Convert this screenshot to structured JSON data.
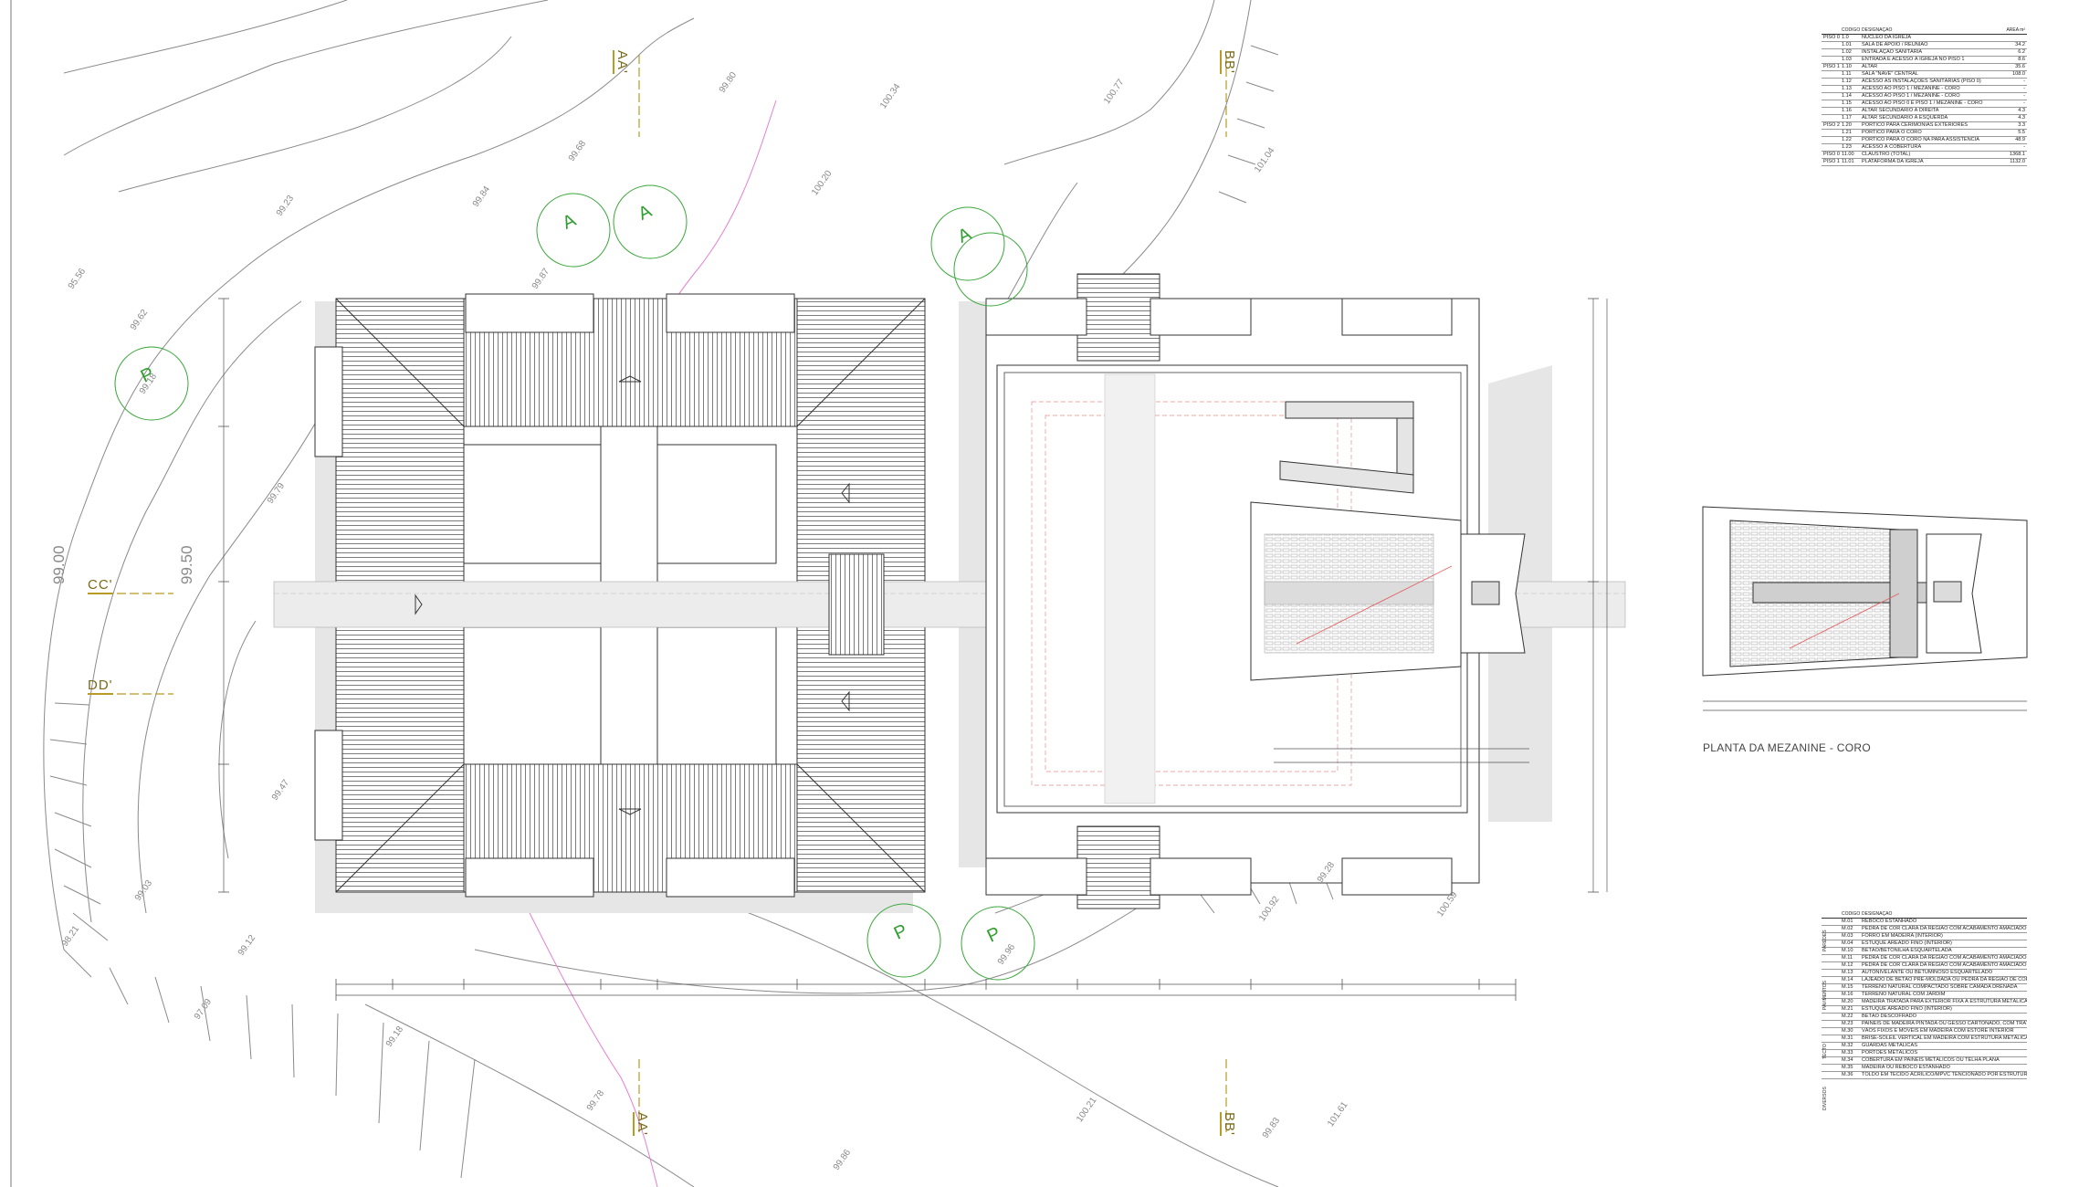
{
  "sections": [
    {
      "id": "aa-top",
      "label": "AA'"
    },
    {
      "id": "bb-top",
      "label": "BB'"
    },
    {
      "id": "cc",
      "label": "CC'"
    },
    {
      "id": "dd",
      "label": "DD'"
    },
    {
      "id": "aa-bottom",
      "label": "AA'"
    },
    {
      "id": "bb-bottom",
      "label": "BB'"
    }
  ],
  "contours": [
    "99.00",
    "99.50"
  ],
  "spot_levels": [
    "95.56",
    "99.62",
    "99.23",
    "99.84",
    "99.68",
    "99.80",
    "100.34",
    "100.77",
    "100.20",
    "99.87",
    "101.04",
    "99.79",
    "99.47",
    "99.03",
    "99.12",
    "97.09",
    "99.18",
    "99.78",
    "100.21",
    "99.86",
    "99.83",
    "100.92",
    "99.28",
    "98.21",
    "99.18",
    "101.61",
    "100.59",
    "99.96"
  ],
  "trees": [
    {
      "id": "t1",
      "letter": "P"
    },
    {
      "id": "t2",
      "letter": "A"
    },
    {
      "id": "t3",
      "letter": "A"
    },
    {
      "id": "t4",
      "letter": "A"
    },
    {
      "id": "t5",
      "letter": "P"
    },
    {
      "id": "t6",
      "letter": "P"
    }
  ],
  "mezzanine_title": "PLANTA DA MEZANINE - CORO",
  "areas_table": {
    "header": {
      "code": "CÓDIGO",
      "desc": "DESIGNAÇÃO",
      "area": "ÁREA m²"
    },
    "rows": [
      {
        "g": "PISO 0",
        "c": "1.0",
        "d": "NÚCLEO DA IGREJA",
        "a": ""
      },
      {
        "g": "",
        "c": "1.01",
        "d": "SALA DE APOIO / REUNIÃO",
        "a": "34.2"
      },
      {
        "g": "",
        "c": "1.02",
        "d": "INSTALAÇÃO SANITÁRIA",
        "a": "6.2"
      },
      {
        "g": "",
        "c": "1.03",
        "d": "ENTRADA E ACESSO À IGREJA NO PISO 1",
        "a": "8.6"
      },
      {
        "g": "PISO 1",
        "c": "1.10",
        "d": "ALTAR",
        "a": "35.6"
      },
      {
        "g": "",
        "c": "1.11",
        "d": "SALA \"NAVE\" CENTRAL",
        "a": "108.0"
      },
      {
        "g": "",
        "c": "1.12",
        "d": "ACESSO ÀS INSTALAÇÕES SANITÁRIAS (PISO 0)",
        "a": "-"
      },
      {
        "g": "",
        "c": "1.13",
        "d": "ACESSO AO PISO 1 / MEZANINE - CORO",
        "a": "-"
      },
      {
        "g": "",
        "c": "1.14",
        "d": "ACESSO AO PISO 1 / MEZANINE - CORO",
        "a": "-"
      },
      {
        "g": "",
        "c": "1.15",
        "d": "ACESSO AO PISO 0 E PISO 1 / MEZANINE - CORO",
        "a": "-"
      },
      {
        "g": "",
        "c": "1.16",
        "d": "ALTAR SECUNDÁRIO À DIREITA",
        "a": "4.3"
      },
      {
        "g": "",
        "c": "1.17",
        "d": "ALTAR SECUNDÁRIO À ESQUERDA",
        "a": "4.3"
      },
      {
        "g": "PISO 2",
        "c": "1.20",
        "d": "PÓRTICO PARA CERIMÓNIAS EXTERIORES",
        "a": "3.3"
      },
      {
        "g": "",
        "c": "1.21",
        "d": "PÓRTICO PARA O CORO",
        "a": "5.5"
      },
      {
        "g": "",
        "c": "1.22",
        "d": "PÓRTICO PARA O CORO NA PARA ASSISTÊNCIA",
        "a": "48.9"
      },
      {
        "g": "",
        "c": "1.23",
        "d": "ACESSO À COBERTURA",
        "a": "-"
      },
      {
        "g": "PISO 0",
        "c": "11.00",
        "d": "CLAUSTRO (TOTAL)",
        "a": "1368.1"
      },
      {
        "g": "PISO 1",
        "c": "11.01",
        "d": "PLATAFORMA DA IGREJA",
        "a": "1132.0"
      }
    ]
  },
  "materials_table": {
    "header": {
      "code": "CÓDIGO",
      "desc": "DESIGNAÇÃO"
    },
    "groups": [
      "PAREDES",
      "PAVIMENTOS",
      "TECTO",
      "DIVERSOS"
    ],
    "rows": [
      {
        "c": "M.01",
        "d": "REBOCO ESTANHADO"
      },
      {
        "c": "M.02",
        "d": "PEDRA DE COR CLARA DA REGIÃO COM ACABAMENTO AMACIADO FINO"
      },
      {
        "c": "M.03",
        "d": "FORRO EM MADEIRA (INTERIOR)"
      },
      {
        "c": "M.04",
        "d": "ESTUQUE AREADO FINO (INTERIOR)"
      },
      {
        "c": "M.10",
        "d": "BETÃO/BETONILHA ESQUARTELADA"
      },
      {
        "c": "M.11",
        "d": "PEDRA DE COR CLARA DA REGIÃO COM ACABAMENTO AMACIADO GROSSO"
      },
      {
        "c": "M.12",
        "d": "PEDRA DE COR CLARA DA REGIÃO COM ACABAMENTO AMACIADO FINO"
      },
      {
        "c": "M.13",
        "d": "AUTONIVELANTE OU BETUMINOSO ESQUARTELADO"
      },
      {
        "c": "M.14",
        "d": "LAJEADO DE BETÃO PRÉ-MOLDADA OU PEDRA DA REGIÃO DE COR CINZA"
      },
      {
        "c": "M.15",
        "d": "TERRENO NATURAL COMPACTADO SOBRE CAMADA DRENADA"
      },
      {
        "c": "M.16",
        "d": "TERRENO NATURAL COM JARDIM"
      },
      {
        "c": "M.20",
        "d": "MADEIRA TRATADA PARA EXTERIOR FIXA À ESTRUTURA METÁLICA"
      },
      {
        "c": "M.21",
        "d": "ESTUQUE AREADO FINO (INTERIOR)"
      },
      {
        "c": "M.22",
        "d": "BETÃO DESCOFRADO"
      },
      {
        "c": "M.23",
        "d": "PAINÉIS DE MADEIRA PINTADA OU GESSO CARTONADO, COM TRATAMENTO ACÚSTICO"
      },
      {
        "c": "M.30",
        "d": "VÃOS FIXOS E MÓVEIS EM MADEIRA COM ESTORE INTERIOR"
      },
      {
        "c": "M.31",
        "d": "BRISE-SOLEIL VERTICAL EM MADEIRA COM ESTRUTURA METÁLICA"
      },
      {
        "c": "M.32",
        "d": "GUARDAS METÁLICAS"
      },
      {
        "c": "M.33",
        "d": "PORTÕES METÁLICOS"
      },
      {
        "c": "M.34",
        "d": "COBERTURA EM PAINEIS METÁLICOS OU TELHA PLANA"
      },
      {
        "c": "M.35",
        "d": "MADEIRA OU REBOCO ESTANHADO"
      },
      {
        "c": "M.36",
        "d": "TOLDO EM TECIDO ACRÍLICO/MPVC TENCIONADO POR ESTRUTURA METÁLICA"
      }
    ]
  },
  "colors": {
    "section_mark": "#b89b25",
    "tree": "#2f9e2f",
    "path": "#e67fcf",
    "shadow": "#e2e2e2",
    "line": "#333333"
  }
}
